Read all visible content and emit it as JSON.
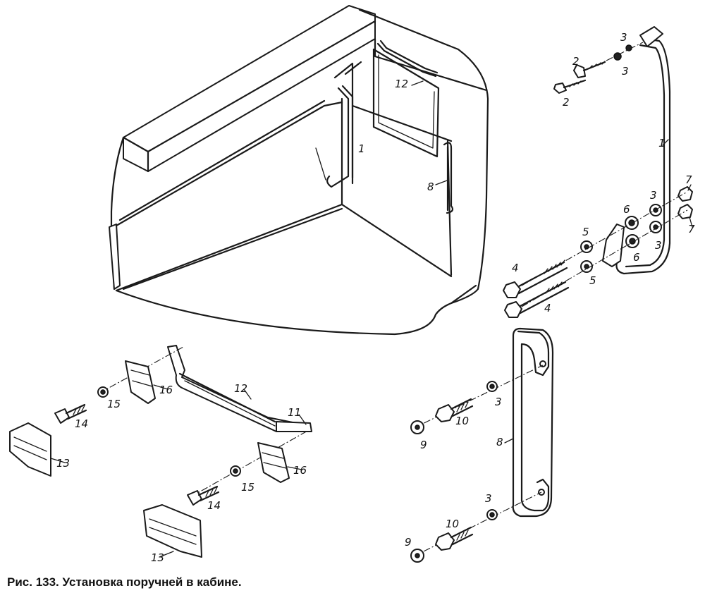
{
  "figure": {
    "caption": "Рис. 133. Установка поручней в кабине."
  },
  "callouts": {
    "handrail_upper": "1",
    "handrail_cabin": "1",
    "bolt_upper_a": "2",
    "bolt_upper_b": "2",
    "washer_upper_a": "3",
    "washer_upper_b": "3",
    "washer_mid_a": "3",
    "washer_mid_b": "3",
    "washer_lower_a": "3",
    "washer_lower_b": "3",
    "bolt_long_a": "4",
    "bolt_long_b": "4",
    "washer_big_a": "5",
    "washer_big_b": "5",
    "bushing_a": "6",
    "bushing_b": "6",
    "nut_a": "7",
    "nut_b": "7",
    "handrail_side": "8",
    "handrail_side_cabin": "8",
    "cap_a": "9",
    "cap_b": "9",
    "bolt_side_a": "10",
    "bolt_side_b": "10",
    "bracket": "11",
    "grab_bar": "12",
    "grab_bar_cabin": "12",
    "pad_a": "13",
    "pad_b": "13",
    "screw_a": "14",
    "screw_b": "14",
    "washer_small_a": "15",
    "washer_small_b": "15",
    "clip_a": "16",
    "clip_b": "16"
  }
}
